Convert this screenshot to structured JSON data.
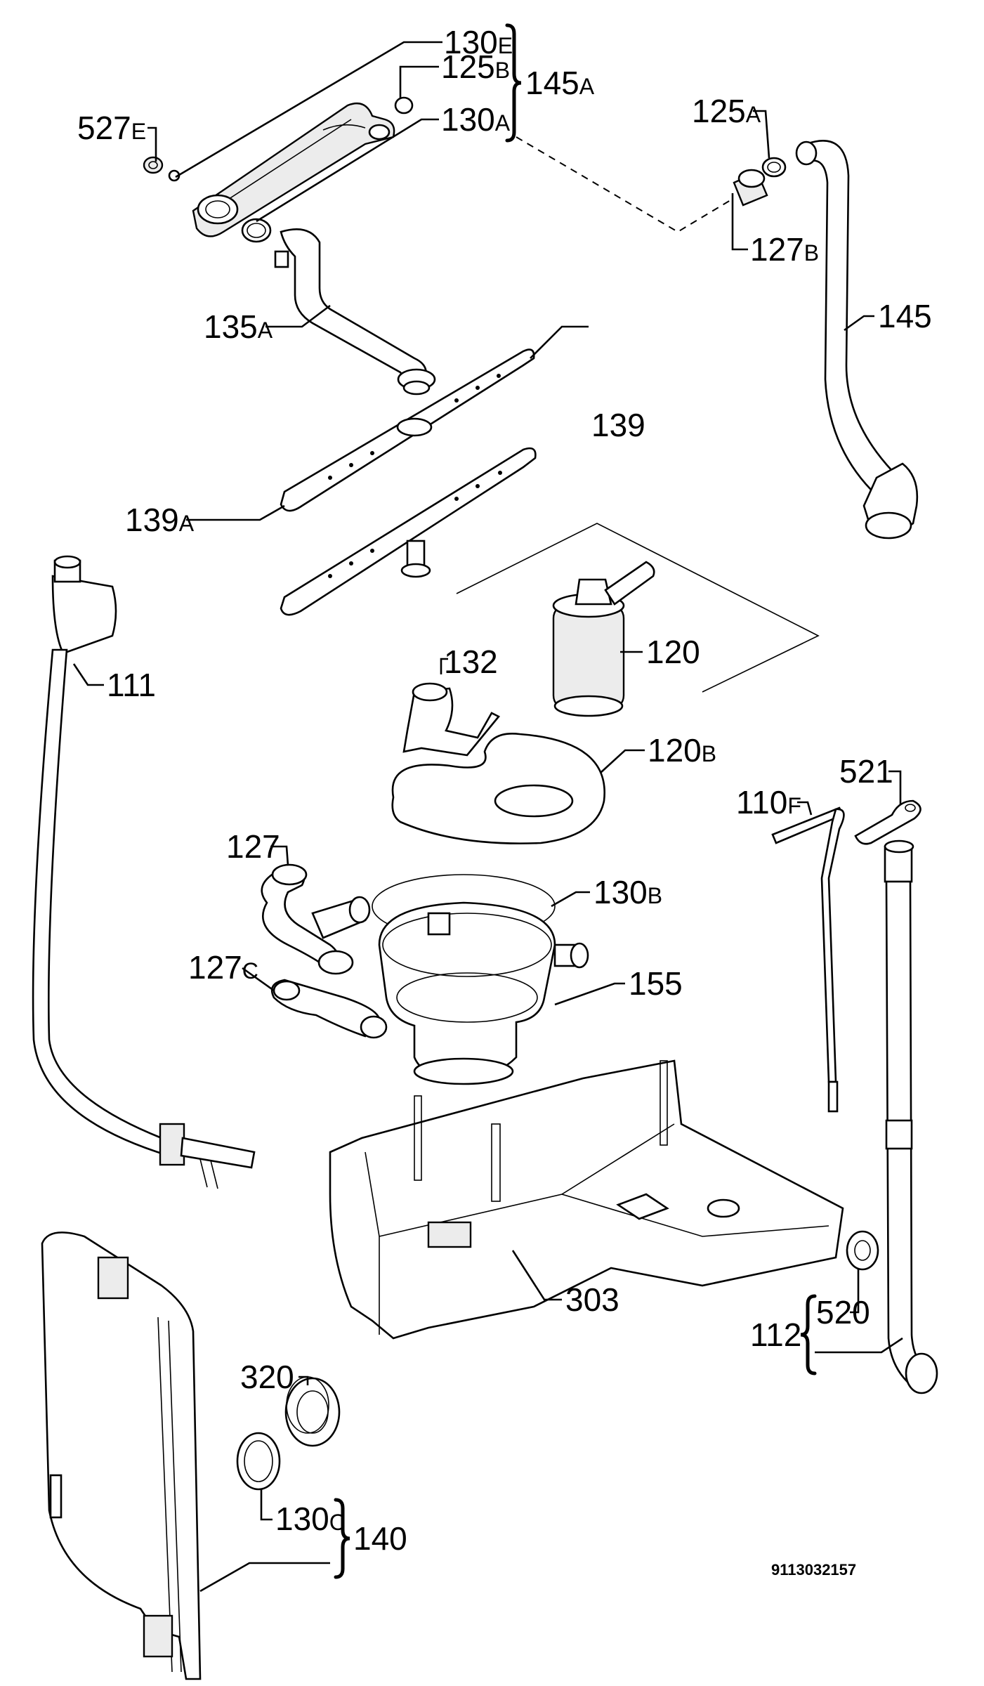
{
  "diagram": {
    "drawing_number": "9113032157",
    "labels": {
      "p130E": {
        "num": "130",
        "suf": "E"
      },
      "p125B": {
        "num": "125",
        "suf": "B"
      },
      "p145A": {
        "num": "145",
        "suf": "A"
      },
      "p130A": {
        "num": "130",
        "suf": "A"
      },
      "p527E": {
        "num": "527",
        "suf": "E"
      },
      "p125A": {
        "num": "125",
        "suf": "A"
      },
      "p127B": {
        "num": "127",
        "suf": "B"
      },
      "p145": {
        "num": "145",
        "suf": ""
      },
      "p135A": {
        "num": "135",
        "suf": "A"
      },
      "p139": {
        "num": "139",
        "suf": ""
      },
      "p139A": {
        "num": "139",
        "suf": "A"
      },
      "p111": {
        "num": "111",
        "suf": ""
      },
      "p132": {
        "num": "132",
        "suf": ""
      },
      "p120": {
        "num": "120",
        "suf": ""
      },
      "p120B": {
        "num": "120",
        "suf": "B"
      },
      "p110F": {
        "num": "110",
        "suf": "F"
      },
      "p521": {
        "num": "521",
        "suf": ""
      },
      "p127": {
        "num": "127",
        "suf": ""
      },
      "p130B": {
        "num": "130",
        "suf": "B"
      },
      "p127C": {
        "num": "127",
        "suf": "C"
      },
      "p155": {
        "num": "155",
        "suf": ""
      },
      "p303": {
        "num": "303",
        "suf": ""
      },
      "p520": {
        "num": "520",
        "suf": ""
      },
      "p112": {
        "num": "112",
        "suf": ""
      },
      "p320": {
        "num": "320",
        "suf": ""
      },
      "p130C": {
        "num": "130",
        "suf": "C"
      },
      "p140": {
        "num": "140",
        "suf": ""
      }
    }
  }
}
